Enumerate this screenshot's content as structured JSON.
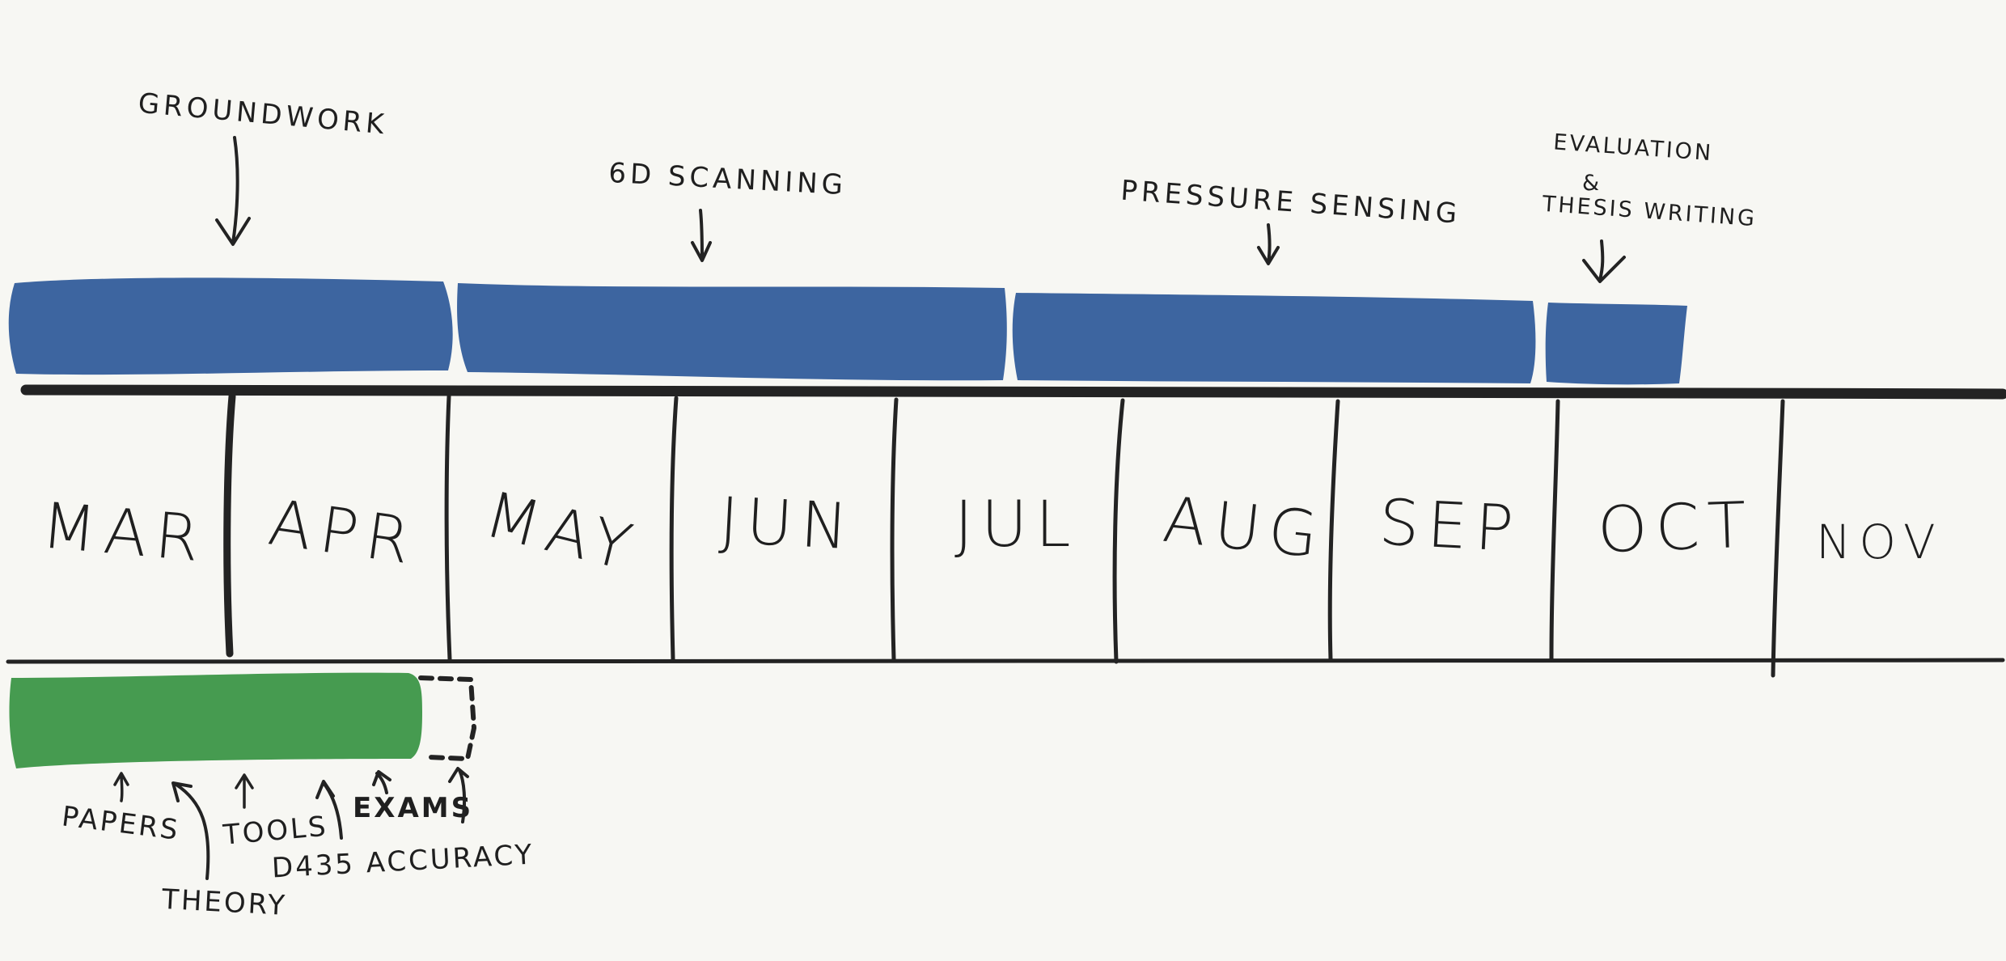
{
  "timeline": {
    "months": [
      "MAR",
      "APR",
      "MAY",
      "JUN",
      "JUL",
      "AUG",
      "SEP",
      "OCT",
      "NOV"
    ]
  },
  "phases": [
    {
      "label": "GROUNDWORK"
    },
    {
      "label": "6D SCANNING"
    },
    {
      "label": "PRESSURE SENSING"
    },
    {
      "label_line1": "EVALUATION",
      "label_line2": "&",
      "label_line3": "THESIS WRITING"
    }
  ],
  "subtasks": {
    "papers": "PAPERS",
    "theory": "THEORY",
    "tools": "TOOLS",
    "d435": "D435 ACCURACY",
    "exams": "EXAMS"
  },
  "colors": {
    "phase": "#3d65a0",
    "subtask": "#469b50",
    "ink": "#232323",
    "background": "#f7f7f3"
  }
}
